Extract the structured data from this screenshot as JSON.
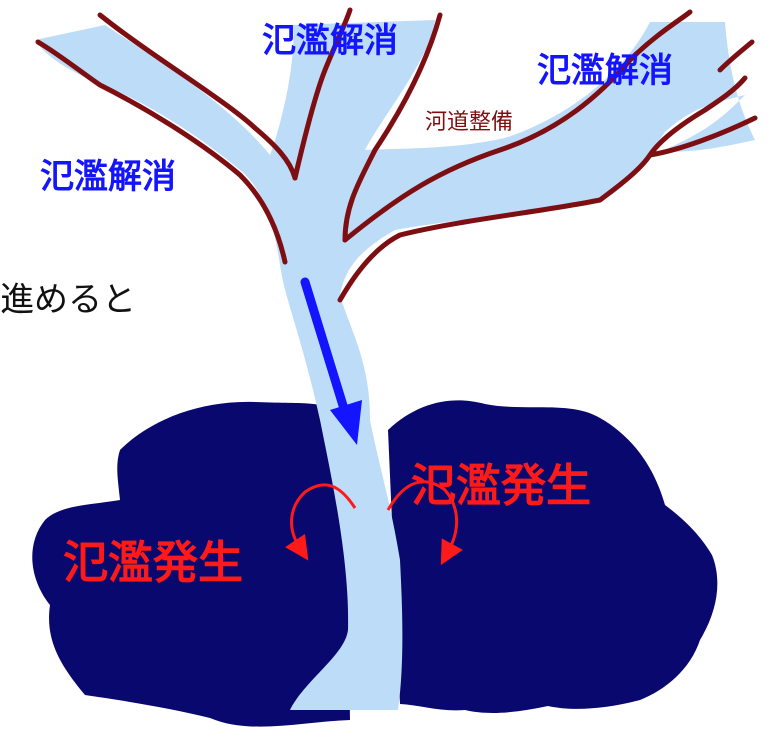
{
  "colors": {
    "river_fill": "#bddcf8",
    "bank_stroke": "#7d0e12",
    "flood_area": "#08086e",
    "flow_arrow": "#1414ff",
    "label_blue": "#1414ff",
    "label_red": "#ff1a1a",
    "note_text": "#7d0e12",
    "body_text": "#111111"
  },
  "labels": {
    "resolved_top": "氾濫解消",
    "resolved_right": "氾濫解消",
    "resolved_left": "氾濫解消",
    "channel_improvement": "河道整備",
    "partial_text": "進めると",
    "flood_left": "氾濫発生",
    "flood_right": "氾濫発生"
  },
  "icons": {
    "flow": "down-arrow-icon",
    "overflow_left": "curved-arrow-icon",
    "overflow_right": "curved-arrow-icon"
  }
}
